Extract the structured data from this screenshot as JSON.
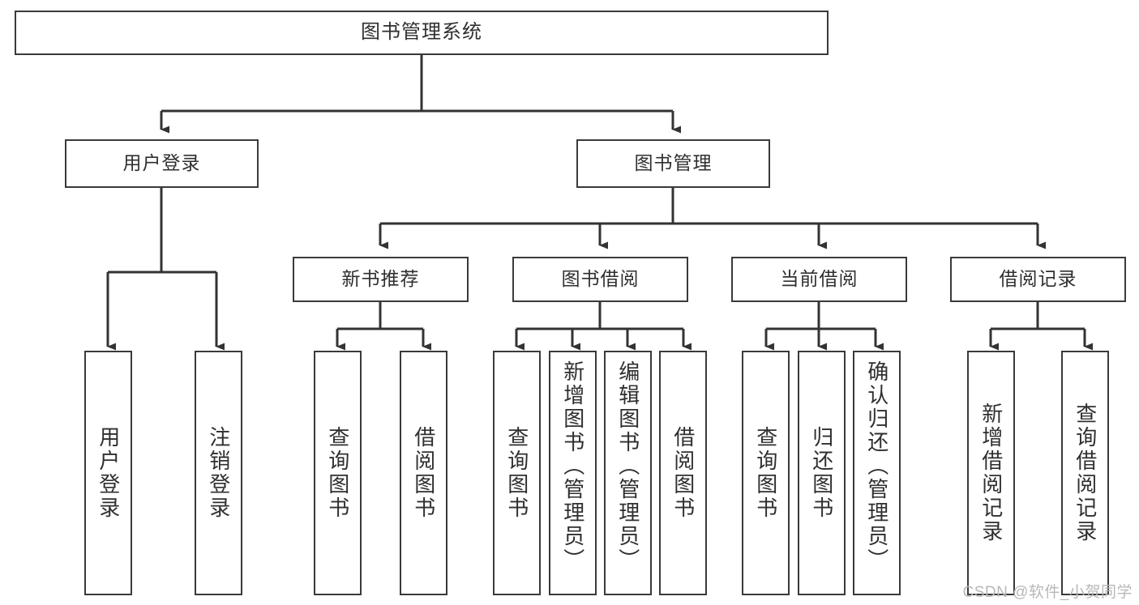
{
  "diagram": {
    "type": "tree-hierarchy",
    "title": "图书管理系统",
    "root": {
      "label": "图书管理系统"
    },
    "level2": [
      {
        "id": "user-login",
        "label": "用户登录"
      },
      {
        "id": "book-manage",
        "label": "图书管理"
      }
    ],
    "level3": [
      {
        "id": "new-book-rec",
        "label": "新书推荐",
        "parent": "book-manage"
      },
      {
        "id": "book-borrow",
        "label": "图书借阅",
        "parent": "book-manage"
      },
      {
        "id": "current-borrow",
        "label": "当前借阅",
        "parent": "book-manage"
      },
      {
        "id": "borrow-record",
        "label": "借阅记录",
        "parent": "book-manage"
      }
    ],
    "leaves": {
      "user_login": [
        {
          "id": "leaf-user-login",
          "label": "用户登录"
        },
        {
          "id": "leaf-logout",
          "label": "注销登录"
        }
      ],
      "new_book_rec": [
        {
          "id": "leaf-query-book-1",
          "label": "查询图书"
        },
        {
          "id": "leaf-borrow-book-1",
          "label": "借阅图书"
        }
      ],
      "book_borrow": [
        {
          "id": "leaf-query-book-2",
          "label": "查询图书"
        },
        {
          "id": "leaf-add-book",
          "label": "新增图书（管理员）"
        },
        {
          "id": "leaf-edit-book",
          "label": "编辑图书（管理员）"
        },
        {
          "id": "leaf-borrow-book-2",
          "label": "借阅图书"
        }
      ],
      "current_borrow": [
        {
          "id": "leaf-query-book-3",
          "label": "查询图书"
        },
        {
          "id": "leaf-return-book",
          "label": "归还图书"
        },
        {
          "id": "leaf-confirm-return",
          "label": "确认归还（管理员）"
        }
      ],
      "borrow_record": [
        {
          "id": "leaf-add-record",
          "label": "新增借阅记录"
        },
        {
          "id": "leaf-query-record",
          "label": "查询借阅记录"
        }
      ]
    }
  },
  "watermark": {
    "text": "CSDN @软件_小贺同学"
  },
  "colors": {
    "border": "#3a3a3a",
    "text": "#2f2f2f",
    "background": "#ffffff",
    "connector": "#333333",
    "watermark": "#b8b8b8"
  }
}
